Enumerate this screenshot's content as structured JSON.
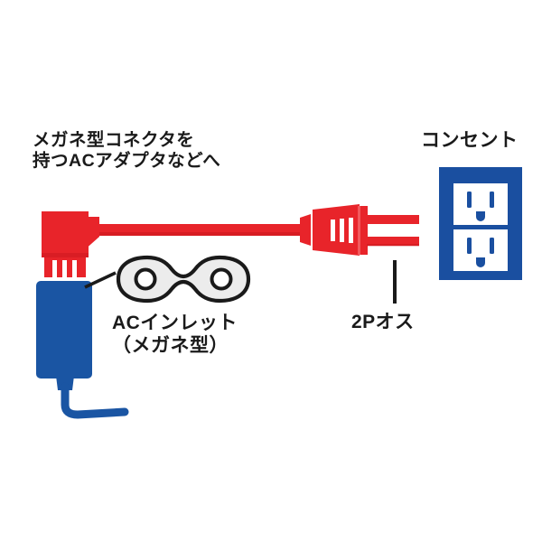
{
  "diagram": {
    "title": "AC power cable connection diagram",
    "background_color": "#ffffff",
    "colors": {
      "cable_red": "#e8242a",
      "cable_red_shadow": "#c8161c",
      "adapter_blue": "#1a55a3",
      "outlet_blue": "#1a4fa0",
      "outlet_face": "#ffffff",
      "inlet_fill": "#ececec",
      "inlet_stroke": "#1a1a1a",
      "text": "#1a1a1a",
      "leader_line": "#1a1a1a"
    },
    "labels": {
      "left_top_line1": "メガネ型コネクタを",
      "left_top_line2": "持つACアダプタなどへ",
      "ac_inlet_line1": "ACインレット",
      "ac_inlet_line2": "（メガネ型）",
      "two_p_male": "2Pオス",
      "outlet": "コンセント"
    },
    "parts": {
      "right_angle_connector": "メガネ型コネクタ",
      "ac_adapter_body": "ACアダプタ",
      "ac_inlet_symbol": "ACインレット（メガネ型）",
      "male_plug": "2Pオスプラグ",
      "wall_outlet": "コンセント",
      "outlet_receptacle_count": 2
    }
  }
}
